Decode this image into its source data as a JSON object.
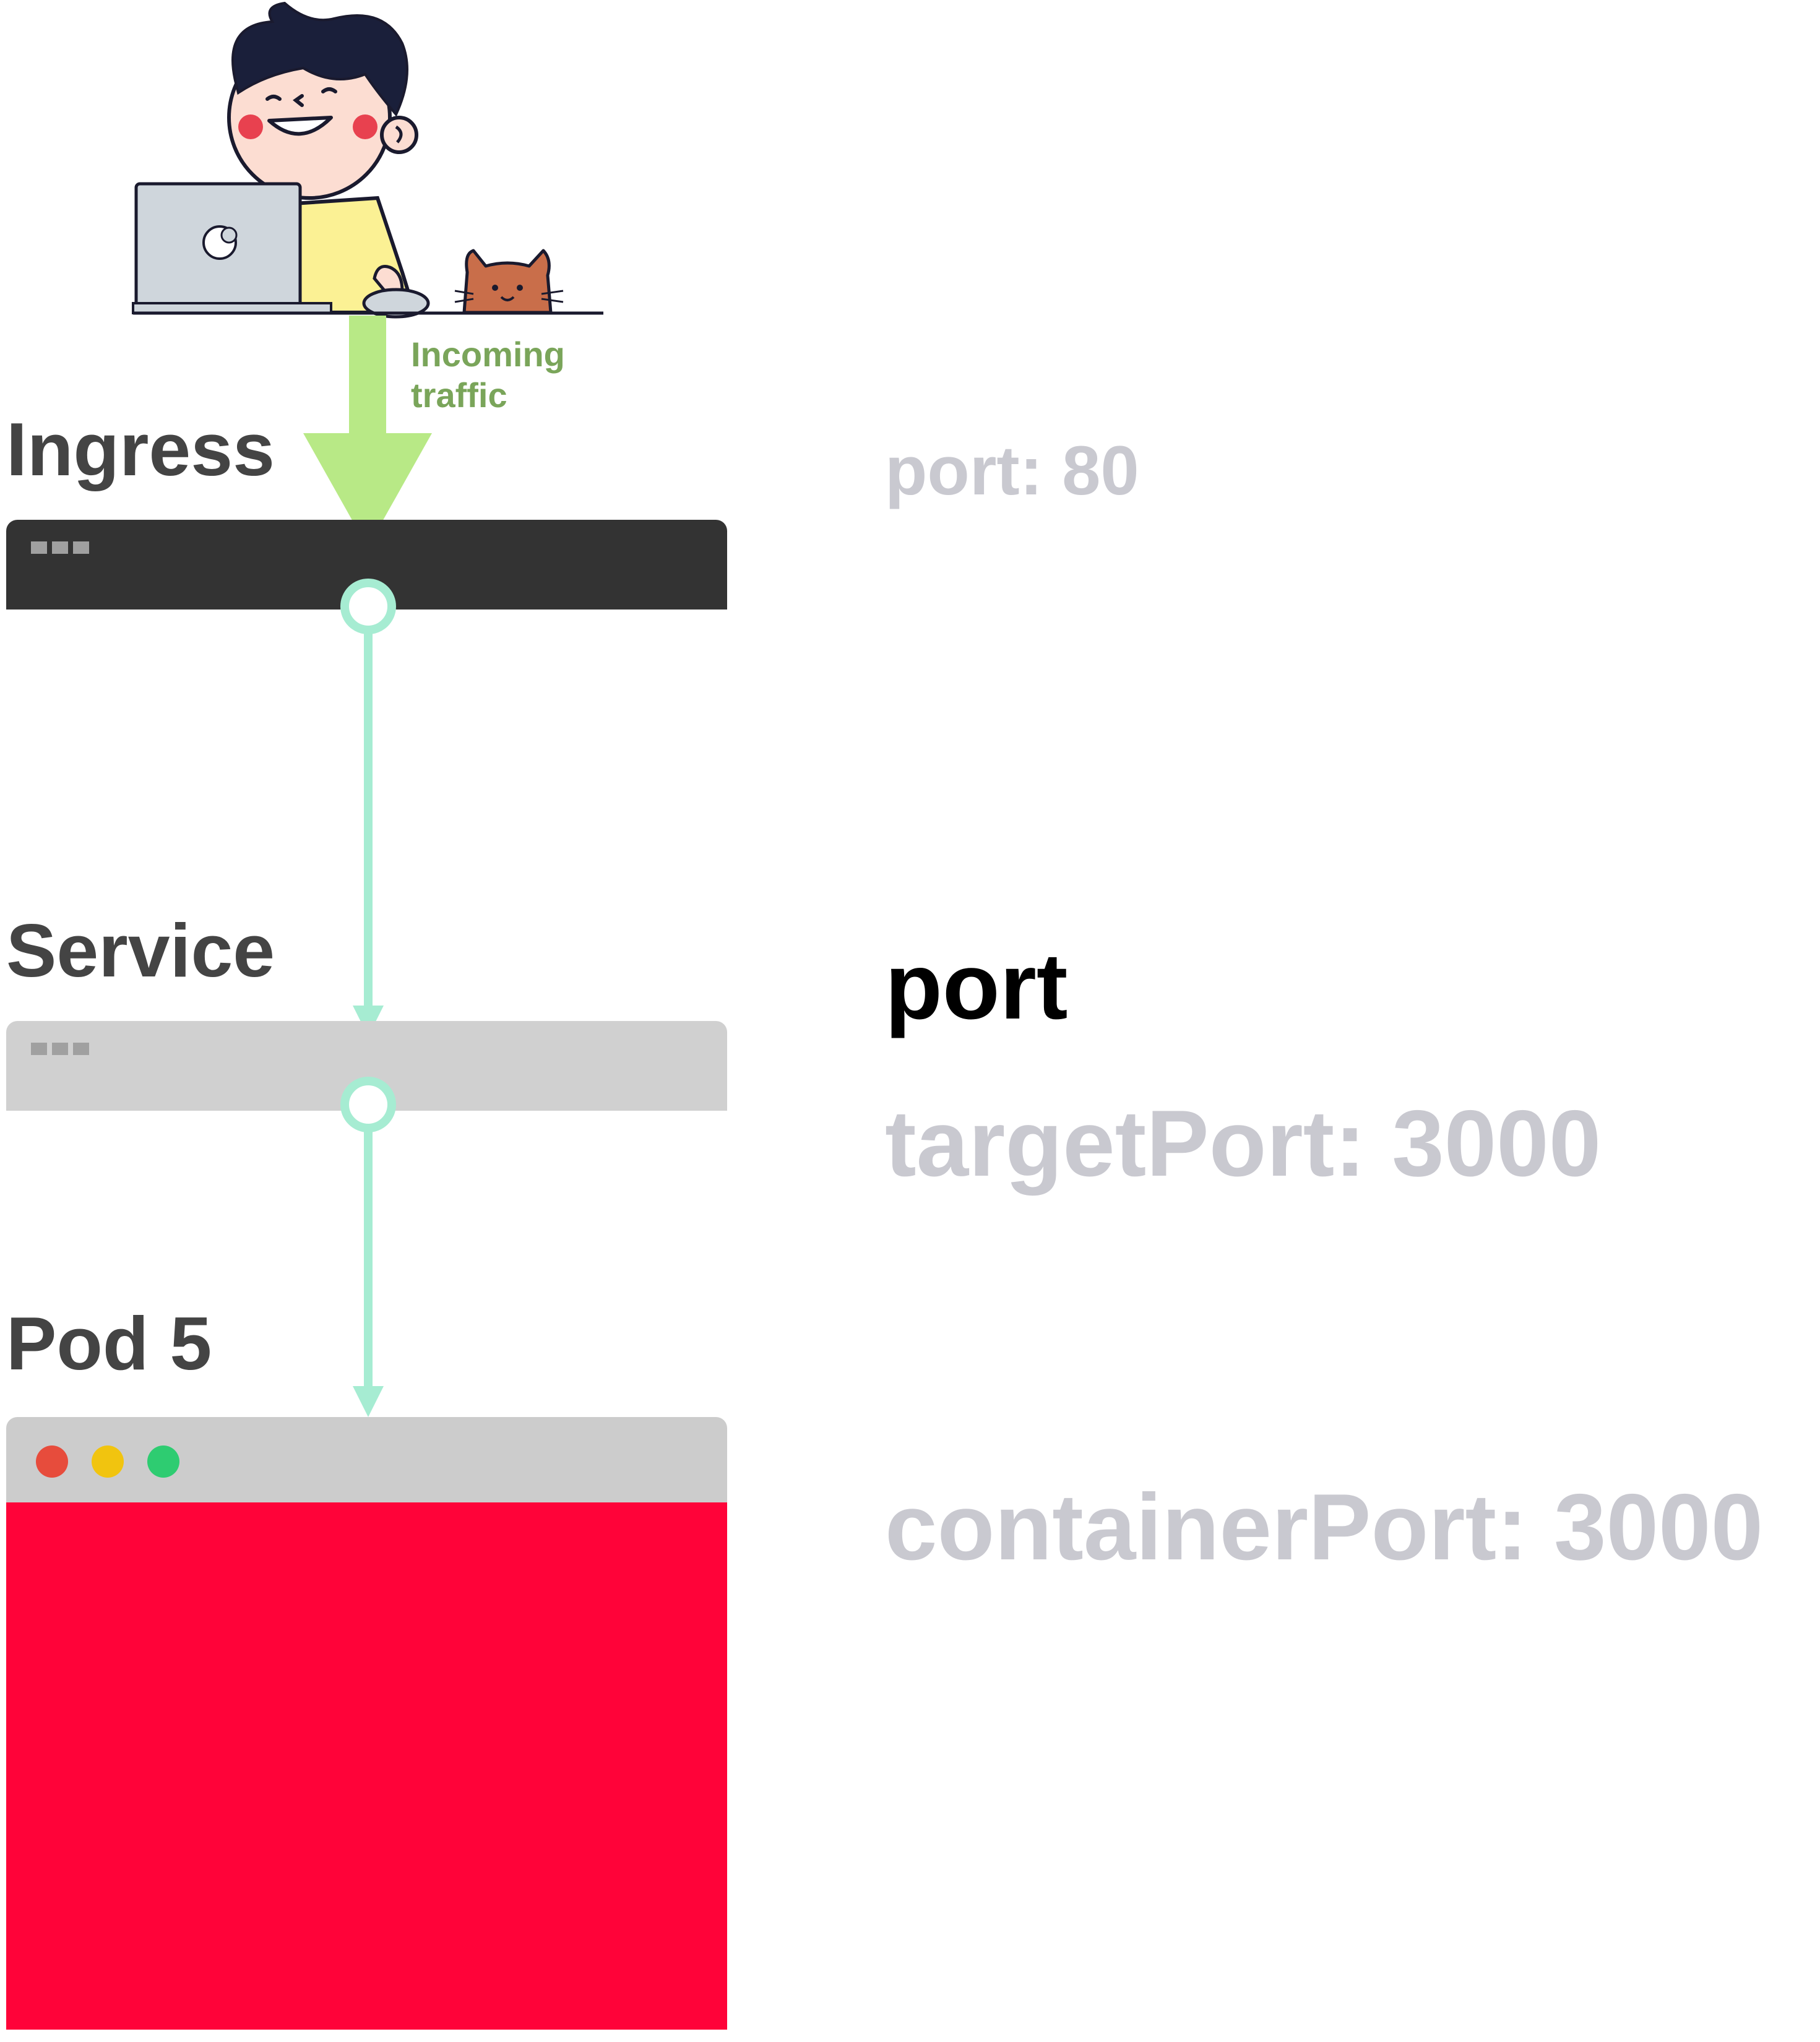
{
  "diagram": {
    "incoming_traffic": {
      "line1": "Incoming",
      "line2": "traffic"
    },
    "stages": {
      "ingress": {
        "label": "Ingress",
        "port_text": "port: 80"
      },
      "service": {
        "label": "Service",
        "port_text": "port",
        "target_port_text": "targetPort: 3000"
      },
      "pod": {
        "label": "Pod 5",
        "container_port_text": "containerPort: 3000"
      }
    }
  },
  "colors": {
    "ingress_bar": "#333333",
    "service_bar": "#d0d0d0",
    "pod_header": "#cccccc",
    "pod_body": "#ff0339",
    "connector": "#a6ecd2",
    "traffic_arrow": "#b8e986",
    "label_text": "#444444",
    "muted_port_text": "#c9c9d0",
    "highlight_port_text": "#000000",
    "window_dot_red": "#e74c3c",
    "window_dot_yellow": "#f1c40f",
    "window_dot_green": "#2ecc71"
  },
  "icons": {
    "user": "person-with-laptop-illustration",
    "cat": "cat-illustration",
    "window_controls": "window-dots-icon"
  }
}
